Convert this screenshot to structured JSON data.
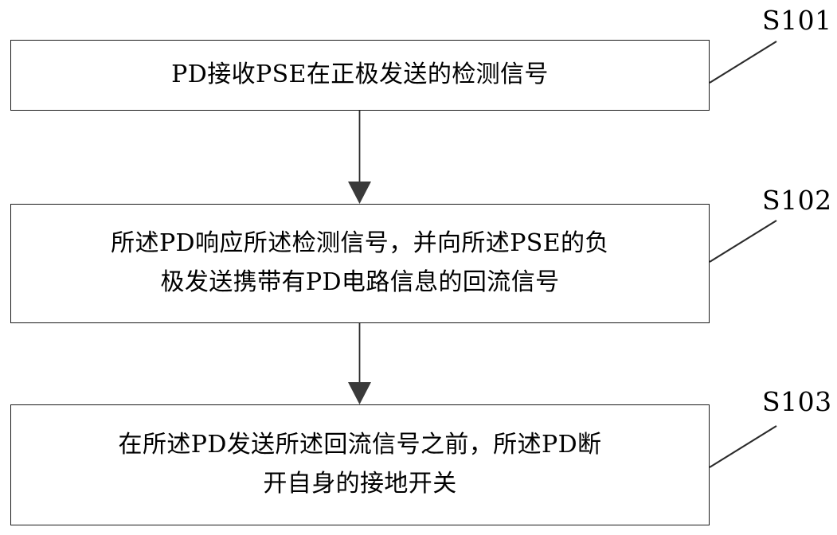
{
  "figure": {
    "type": "flowchart",
    "orientation": "vertical",
    "background_color": "#ffffff",
    "line_color": "#1a1a1a",
    "text_color": "#000000"
  },
  "steps": [
    {
      "id": "S101",
      "label": "S101",
      "text": "PD接收PSE在正极发送的检测信号"
    },
    {
      "id": "S102",
      "label": "S102",
      "text": "所述PD响应所述检测信号，并向所述PSE的负\n极发送携带有PD电路信息的回流信号"
    },
    {
      "id": "S103",
      "label": "S103",
      "text": "在所述PD发送所述回流信号之前，所述PD断\n开自身的接地开关"
    }
  ],
  "connectors": [
    {
      "from": "S101",
      "to": "S102",
      "arrow": "down-arrow"
    },
    {
      "from": "S102",
      "to": "S103",
      "arrow": "down-arrow"
    }
  ],
  "leader_lines": [
    {
      "for": "S101"
    },
    {
      "for": "S102"
    },
    {
      "for": "S103"
    }
  ]
}
